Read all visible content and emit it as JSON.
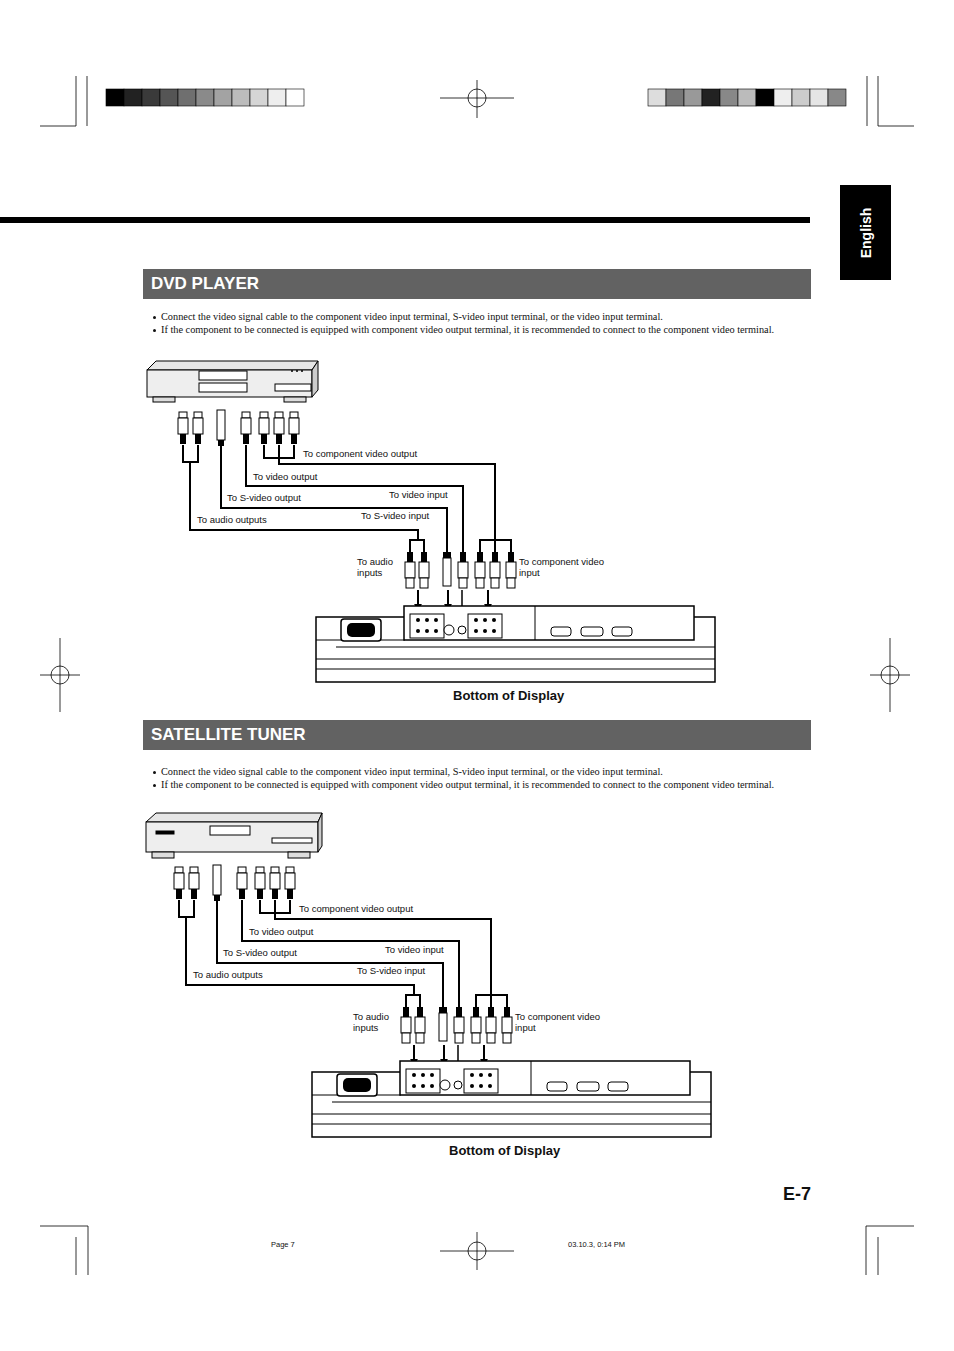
{
  "diagram": {
    "nodes": [
      {
        "text": [
          "English"
        ]
      },
      {
        "text": [
          "DVD PLAYER"
        ]
      },
      {
        "text": [
          "SATELLITE TUNER"
        ]
      }
    ],
    "labels": [
      "Connect the video signal cable to the component video input terminal, S-video input terminal, or the video input terminal.",
      "If the component to be connected is equipped with component video output terminal, it is recommended to connect to the component video terminal.",
      "To component video output",
      "To video output",
      "To S-video output",
      "To video input",
      "To audio outputs",
      "To S-video input",
      "To audio inputs",
      "To component video input",
      "Bottom of Display",
      "Connect the video signal cable to the component video input terminal, S-video input terminal, or the video input terminal.",
      "If the component to be connected is equipped with component video output terminal, it is recommended to connect to the component video terminal.",
      "To component video output",
      "To video output",
      "To S-video output",
      "To video input",
      "To audio outputs",
      "To S-video input",
      "To audio inputs",
      "To component video input",
      "Bottom of Display",
      "E-7",
      "Page 7",
      "03.10.3, 0:14 PM"
    ]
  }
}
